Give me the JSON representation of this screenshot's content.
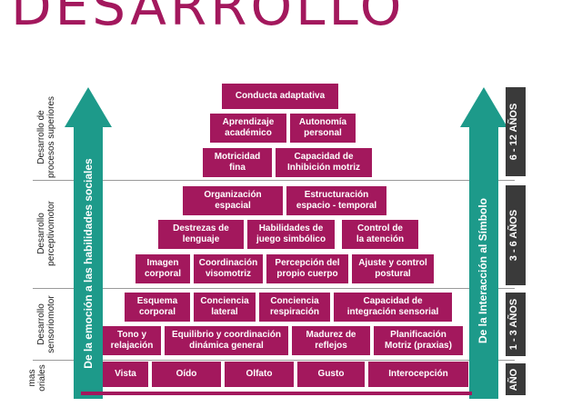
{
  "title": "DESARROLLO",
  "left_arrow_label": "De la emoción a las habilidades sociales",
  "right_arrow_label": "De la Interacción al Símbolo",
  "levels": [
    {
      "label": "Desarrollo de\nprocesos superiores",
      "age": "6 - 12 AÑOS"
    },
    {
      "label": "Desarrollo\nperceptivomotor",
      "age": "3 - 6 AÑOS"
    },
    {
      "label": "Desarrollo\nsensoriomotor",
      "age": "1 - 3 AÑOS"
    },
    {
      "label": "mas\noriales",
      "age": "AÑO"
    }
  ],
  "boxes": {
    "conducta_adaptativa": "Conducta adaptativa",
    "aprendizaje_academico": "Aprendizaje\nacadémico",
    "autonomia_personal": "Autonomía\npersonal",
    "motricidad_fina": "Motricidad\nfina",
    "capacidad_inhibicion": "Capacidad de\nInhibición motriz",
    "organizacion_espacial": "Organización\nespacial",
    "estructuracion": "Estructuración\nespacio - temporal",
    "destrezas_lenguaje": "Destrezas de\nlenguaje",
    "habilidades_juego": "Habilidades de\njuego simbólico",
    "control_atencion": "Control de\nla atención",
    "imagen_corporal": "Imagen\ncorporal",
    "coordinacion_visomotriz": "Coordinación\nvisomotriz",
    "percepcion_cuerpo": "Percepción del\npropio cuerpo",
    "ajuste_control_postural": "Ajuste y control\npostural",
    "esquema_corporal": "Esquema\ncorporal",
    "conciencia_lateral": "Conciencia\nlateral",
    "conciencia_respiracion": "Conciencia\nrespiración",
    "integracion_sensorial": "Capacidad de\nintegración sensorial",
    "tono_relajacion": "Tono y\nrelajación",
    "equilibrio_coordinacion": "Equilibrio y coordinación\ndinámica general",
    "madurez_reflejos": "Madurez de\nreflejos",
    "planificacion_motriz": "Planificación\nMotriz (praxias)",
    "vista": "Vista",
    "oido": "Oído",
    "olfato": "Olfato",
    "gusto": "Gusto",
    "interocepcion": "Interocepción"
  }
}
